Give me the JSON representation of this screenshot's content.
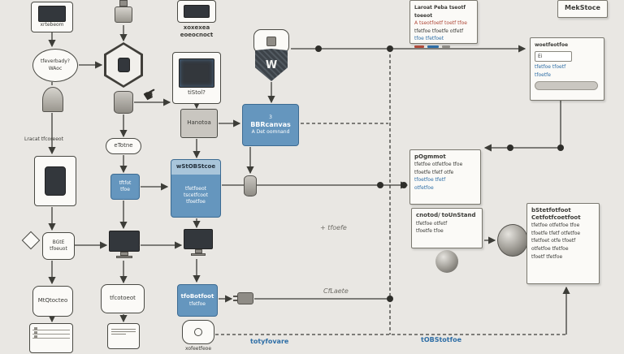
{
  "colors": {
    "bg": "#e9e7e3",
    "ink": "#3a3a36",
    "paper": "#fbfaf7",
    "node-border": "#4a4a44",
    "blue": "#6596be",
    "blue-dark": "#4a7eaa",
    "blue-light": "#a9c5da",
    "blue-text": "#2e6ea6",
    "gray-fill": "#c9c6c0",
    "screen": "#33373c",
    "red-text": "#b04a3a"
  },
  "icons": {
    "hand_pointer": "☛"
  },
  "col1": {
    "monitor_caption": "xrtebeom",
    "cloud_label": "tfeverbady? WAoc",
    "side_label": "Lracat tfcoreeot",
    "bqe_label": "BGtE tfoeuot",
    "mq_label": "MtQtocteo"
  },
  "col2": {
    "etotne_label": "eTotne",
    "mini_blue_line1": "tftfot",
    "mini_blue_line2": "tfoe",
    "round_label": "tfcotoeot"
  },
  "col3": {
    "caption_line1": "xoxexea",
    "caption_line2": "eoeocnoct",
    "screen_caption": "tiStol?",
    "gray_label": "Hanotoa",
    "blue_header": "wStOBStcoe",
    "blue_line1": "tfetfoeot",
    "blue_line2": "tscetfcoot",
    "blue_line3": "tfoetfoe",
    "blue2_line1": "tfoBotfoot",
    "blue2_line2": "tfetfoe",
    "bottom_caption": "xofeetfeoe"
  },
  "col4": {
    "shield_letter": "W",
    "blue_tag": "3",
    "blue_title": "BBRcanvas",
    "blue_sub": "A Det oomnand",
    "bottom_blue_label": "totyfovare"
  },
  "right": {
    "doc1_line1": "Laroat Peba tseotf toeeot",
    "doc1_line2": "A tseotfoetf toetf tfoe",
    "doc1_line3": "tfetfoe tfoetfe otfetf",
    "doc1_line4": "tfoe tfetfoet",
    "mek_label": "MekStoce",
    "card1_title": "woetfeotfoe",
    "card1_input": "Ei",
    "card1_link1": "tfetfoe tfoetf",
    "card1_link2": "tfoetfe",
    "doc2_title": "pOgmmot",
    "doc2_line1": "tfetfoe otfetfoe tfoe",
    "doc2_line2": "tfoetfe tfetf otfe",
    "doc2_blue1": "tfoetfoe tfetf",
    "doc2_blue2": "otfetfoe",
    "doc3_title1": "cnotod/",
    "doc3_title2": "toUnStand",
    "doc3_line1": "tfetfoe otfetf",
    "doc3_line2": "tfoetfe tfoe",
    "card2_title1": "bStetfotfoot",
    "card2_title2": "Cetfotfcoetfoot",
    "card2_line1": "tfetfoe otfetfoe tfoe",
    "card2_line2": "tfoetfe tfetf otfetfoe",
    "card2_line3": "tfetfoet otfe tfoetf",
    "card2_line4": "otfetfoe tfetfoe",
    "card2_line5": "tfoetf tfetfoe"
  },
  "notes": {
    "plus_note": "+ tfoefe",
    "create_note": "CfLaete",
    "bottom_blue_note": "tOBStotfoe"
  }
}
